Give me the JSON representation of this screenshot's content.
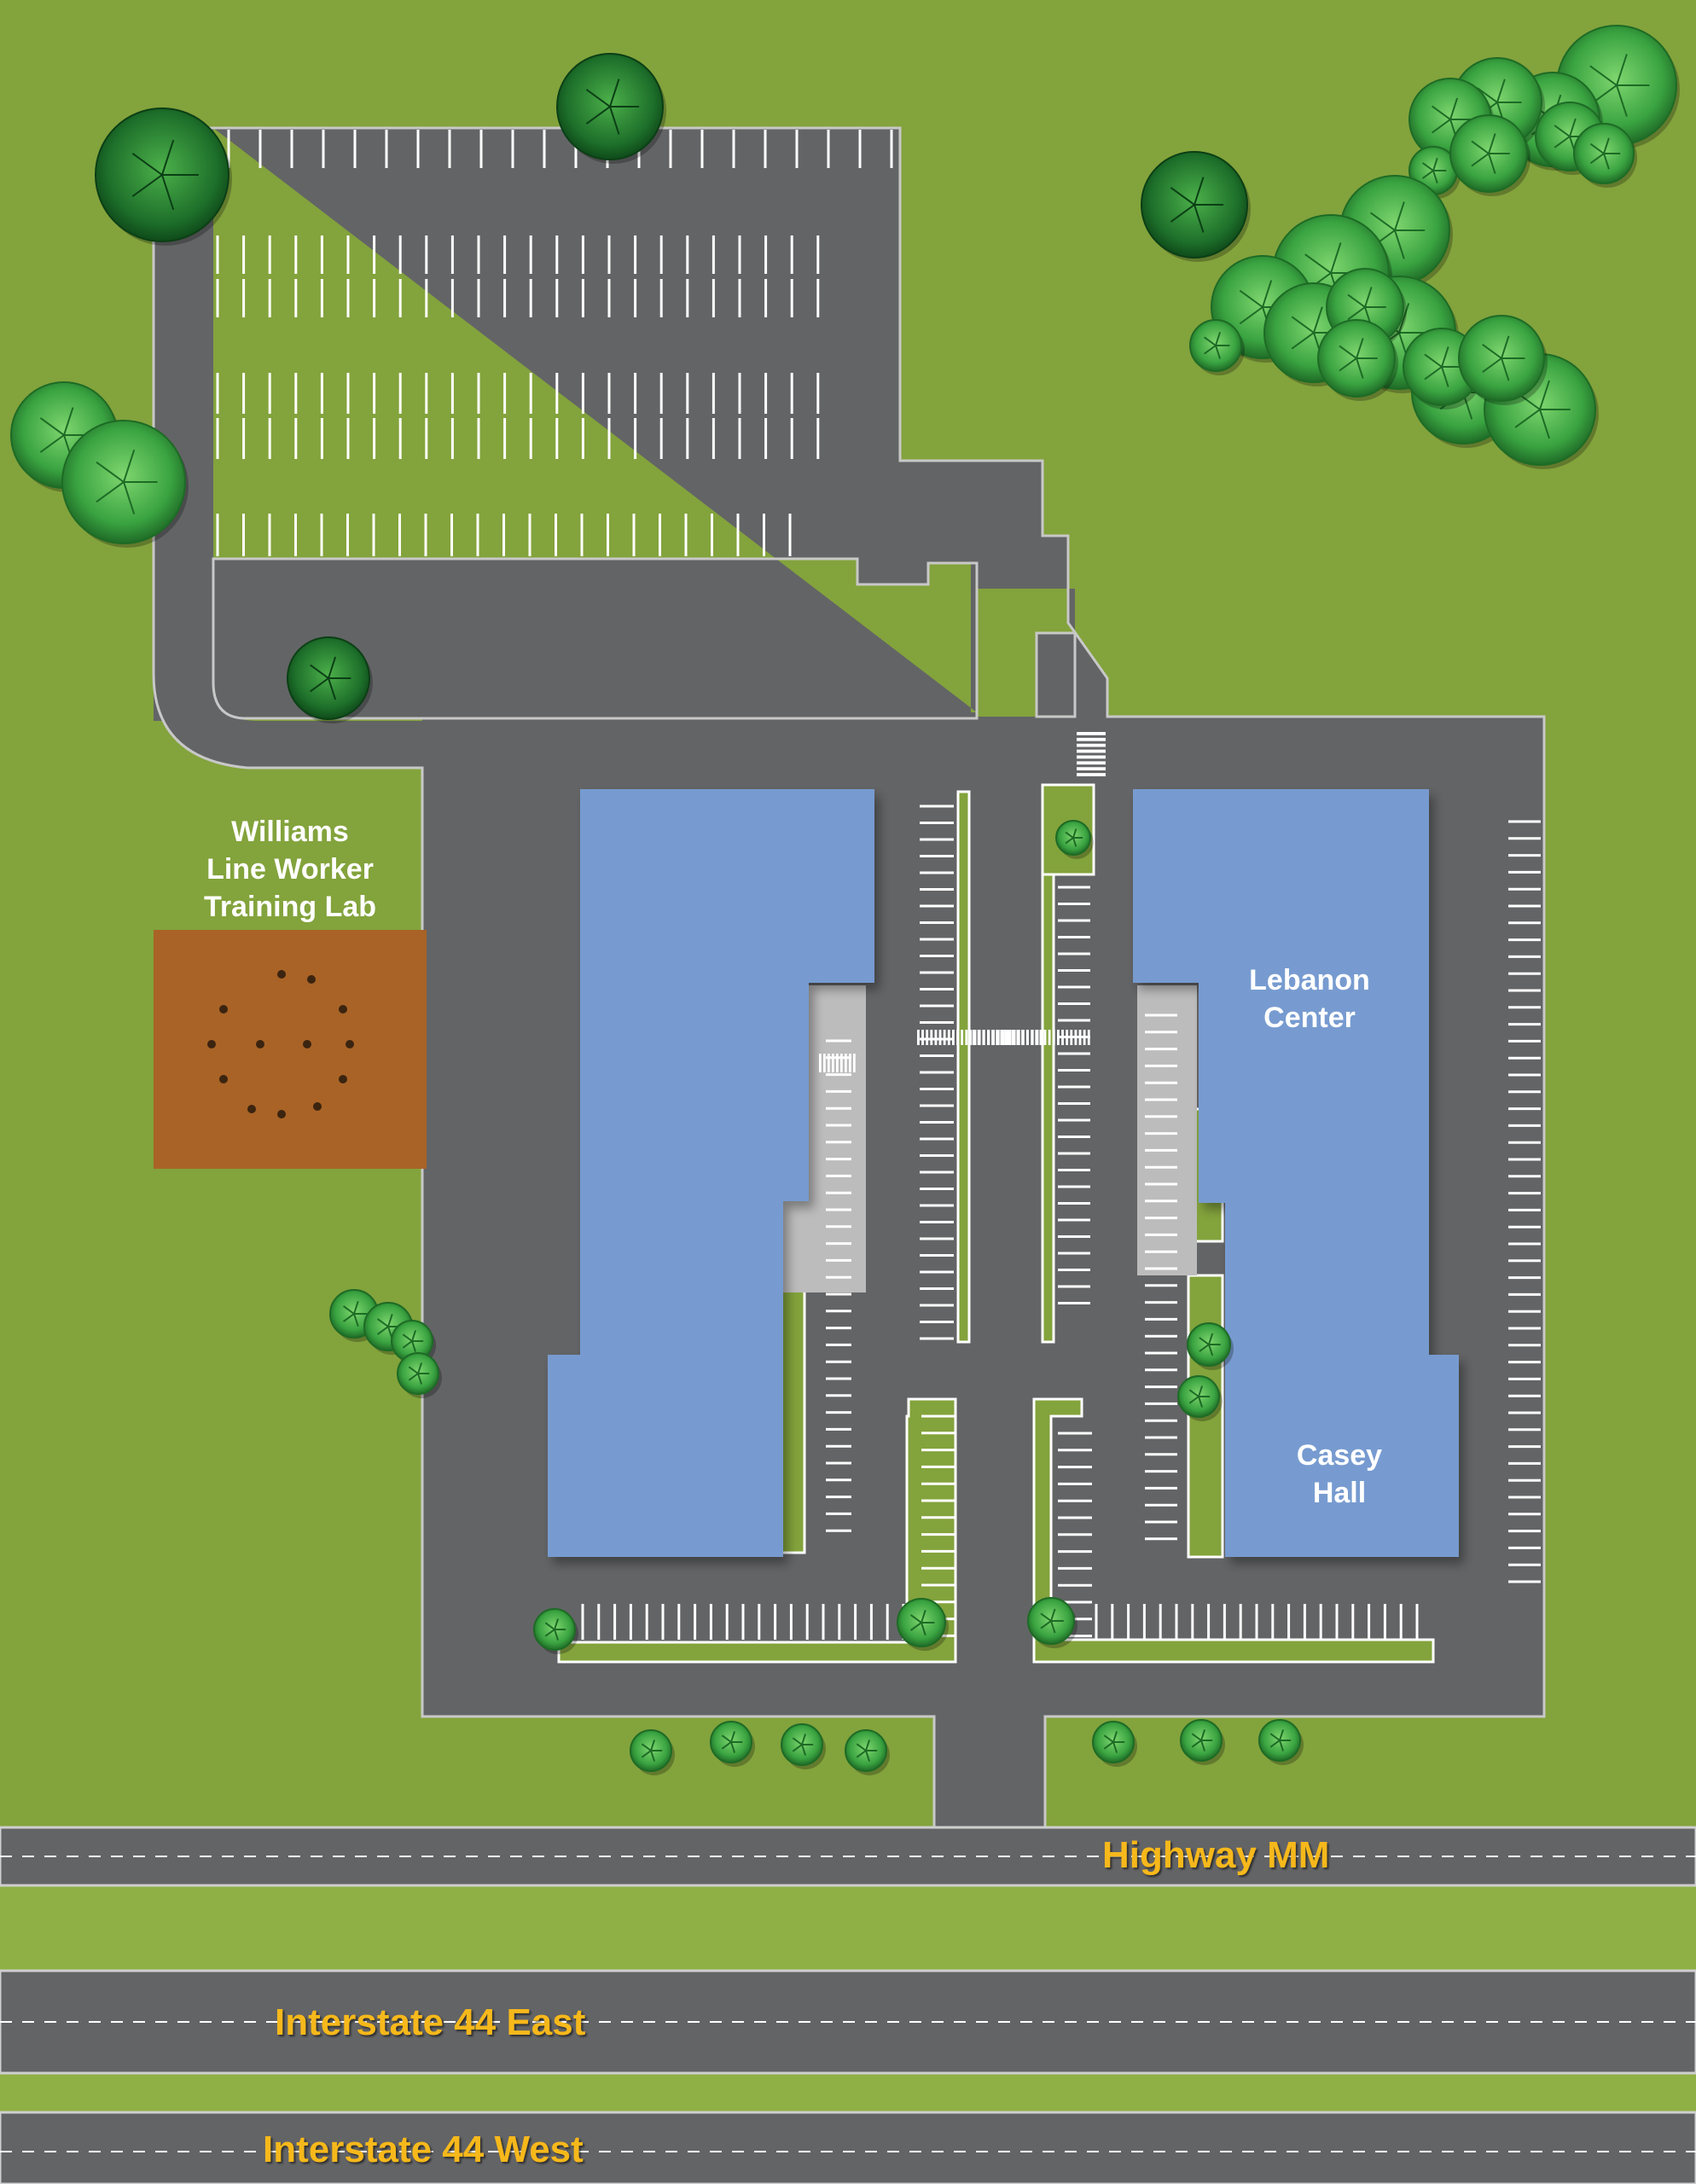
{
  "map": {
    "buildings": {
      "williams_lab": {
        "line1": "Williams",
        "line2": "Line Worker",
        "line3": "Training Lab"
      },
      "lebanon_center": {
        "line1": "Lebanon",
        "line2": "Center"
      },
      "casey_hall": {
        "line1": "Casey",
        "line2": "Hall"
      }
    },
    "roads": {
      "highway_mm": "Highway MM",
      "i44_east": "Interstate 44 East",
      "i44_west": "Interstate 44 West"
    }
  },
  "colors": {
    "grass": "#83a33c",
    "pavement": "#636466",
    "building": "#779bd0",
    "training_lab_ground": "#a96326",
    "road_label": "#f6b81b",
    "tree_light": "#5ec051",
    "tree_dark": "#2e7d2f",
    "parking_line": "#ffffff"
  }
}
